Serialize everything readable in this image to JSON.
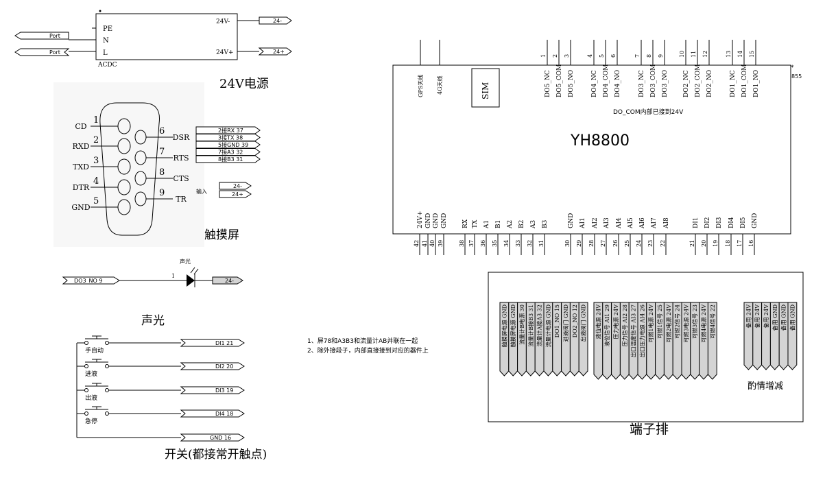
{
  "power": {
    "pe": "PE",
    "n": "N",
    "l": "L",
    "box_label": "ACDC",
    "out_neg": "24V-",
    "out_pos": "24V+",
    "port_tag": "Port",
    "neg_tag": "24-",
    "pos_tag": "24+",
    "title": "24V电源"
  },
  "db9": {
    "signals": [
      "CD",
      "RXD",
      "TXD",
      "DTR",
      "GND",
      "DSR",
      "RTS",
      "CTS",
      "TR"
    ],
    "pin_numbers": [
      "1",
      "2",
      "3",
      "4",
      "5",
      "6",
      "7",
      "8",
      "9"
    ],
    "connections": [
      "2接RX   37",
      "3接TX    38",
      "5接GND  39",
      "7接A3 32",
      "8接B3 31"
    ],
    "input_label": "输入",
    "input_neg": "24-",
    "input_pos": "24+",
    "title": "触摸屏"
  },
  "light": {
    "device_label": "声光",
    "pin": "1",
    "input_tag": "DO3_NO  9",
    "ret_tag": "24-",
    "title": "声光"
  },
  "switches": {
    "items": [
      {
        "label": "手自动",
        "tag": "DI1  21"
      },
      {
        "label": "进液",
        "tag": "DI2  20"
      },
      {
        "label": "出液",
        "tag": "DI3  19"
      },
      {
        "label": "急停",
        "tag": "DI4  18"
      }
    ],
    "gnd_tag": "GND  16",
    "title": "开关(都接常开触点)"
  },
  "notes": [
    "1、屏78和A3B3和流量计AB并联在一起",
    "2、除外接段子，内部直接接到对应的器件上"
  ],
  "controller": {
    "name": "YH8800",
    "sim": "SIM",
    "antennas": [
      "GPS天线",
      "4G天线"
    ],
    "top_pins": [
      {
        "num": "1",
        "label": "DO5_NC"
      },
      {
        "num": "2",
        "label": "DO5_COM"
      },
      {
        "num": "3",
        "label": "DO5_NO"
      },
      {
        "num": "4",
        "label": "DO4_NC"
      },
      {
        "num": "5",
        "label": "DO4_COM"
      },
      {
        "num": "6",
        "label": "DO4_NO"
      },
      {
        "num": "7",
        "label": "DO3_NC"
      },
      {
        "num": "8",
        "label": "DO3_COM"
      },
      {
        "num": "9",
        "label": "DO3_NO"
      },
      {
        "num": "10",
        "label": "DO2_NC"
      },
      {
        "num": "11",
        "label": "DO2_COM"
      },
      {
        "num": "12",
        "label": "DO2_NO"
      },
      {
        "num": "13",
        "label": "DO1_NC"
      },
      {
        "num": "14",
        "label": "DO1_COM"
      },
      {
        "num": "15",
        "label": "DO1_NO"
      }
    ],
    "note": "DO_COM内部已接到24V",
    "corner_star": "*",
    "corner_code": "855",
    "bottom_pins": [
      {
        "num": "42",
        "label": "24V+"
      },
      {
        "num": "41",
        "label": "GND"
      },
      {
        "num": "40",
        "label": "GND"
      },
      {
        "num": "39",
        "label": "GND"
      },
      {
        "num": "38",
        "label": "RX"
      },
      {
        "num": "37",
        "label": "TX"
      },
      {
        "num": "36",
        "label": "A1"
      },
      {
        "num": "35",
        "label": "B1"
      },
      {
        "num": "34",
        "label": "A2"
      },
      {
        "num": "33",
        "label": "B2"
      },
      {
        "num": "32",
        "label": "A3"
      },
      {
        "num": "31",
        "label": "B3"
      },
      {
        "num": "30",
        "label": "GND"
      },
      {
        "num": "29",
        "label": "AI1"
      },
      {
        "num": "28",
        "label": "AI2"
      },
      {
        "num": "27",
        "label": "AI3"
      },
      {
        "num": "26",
        "label": "AI4"
      },
      {
        "num": "25",
        "label": "AI5"
      },
      {
        "num": "24",
        "label": "AI6"
      },
      {
        "num": "23",
        "label": "AI7"
      },
      {
        "num": "22",
        "label": "AI8"
      },
      {
        "num": "21",
        "label": "DI1"
      },
      {
        "num": "20",
        "label": "DI2"
      },
      {
        "num": "19",
        "label": "DI3"
      },
      {
        "num": "18",
        "label": "DI4"
      },
      {
        "num": "17",
        "label": "DI5"
      },
      {
        "num": "16",
        "label": "GND"
      }
    ]
  },
  "terminal": {
    "group1": [
      "触摸屏电源   GND",
      "触摸屏电源   GND",
      "流量计B电源 30",
      "流量计B接B3 31",
      "流量计A接A3 32",
      "流量计电源   GND",
      "DO1_NO    15",
      "进液阀门  GND",
      "DO2_NO    12",
      "出液阀门  GND"
    ],
    "group2": [
      "液位电源   24V",
      "液位信号 AI1   29",
      "压力电源   24V",
      "压力信号   AI2  28",
      "出口温度信号 AI3  27",
      "出口压力电源 AI4 26",
      "可燃1电源   24V",
      "可燃1信号   25",
      "可燃2电源   24V",
      "可燃2信号   24",
      "可燃3电源   24V",
      "可燃3信号   23",
      "可燃4电源   24V",
      "可燃4信号   22"
    ],
    "group3": [
      "备用 24V",
      "备用 24V",
      "备用 24V",
      "备用 GND",
      "备用 GND",
      "备用 GND"
    ],
    "group3_caption": "酌情增减",
    "title": "端子排"
  }
}
